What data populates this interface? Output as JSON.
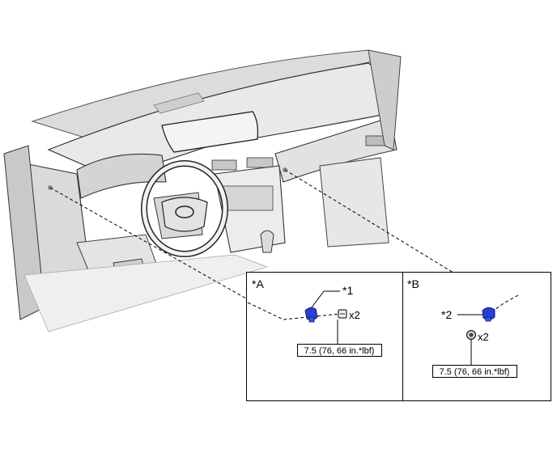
{
  "panels": {
    "a": {
      "label": "*A",
      "callout": "*1",
      "quantity": "x2",
      "torque": "7.5 (76, 66 in.*lbf)"
    },
    "b": {
      "label": "*B",
      "callout": "*2",
      "quantity": "x2",
      "torque": "7.5 (76, 66 in.*lbf)"
    }
  },
  "colors": {
    "part_highlight": "#2a3fd0",
    "line_art": "#000000",
    "shading_light": "#e6e6e6",
    "shading_dark": "#b8b8b8"
  },
  "icons": [
    "bolt-icon",
    "nut-icon",
    "clip-icon"
  ]
}
